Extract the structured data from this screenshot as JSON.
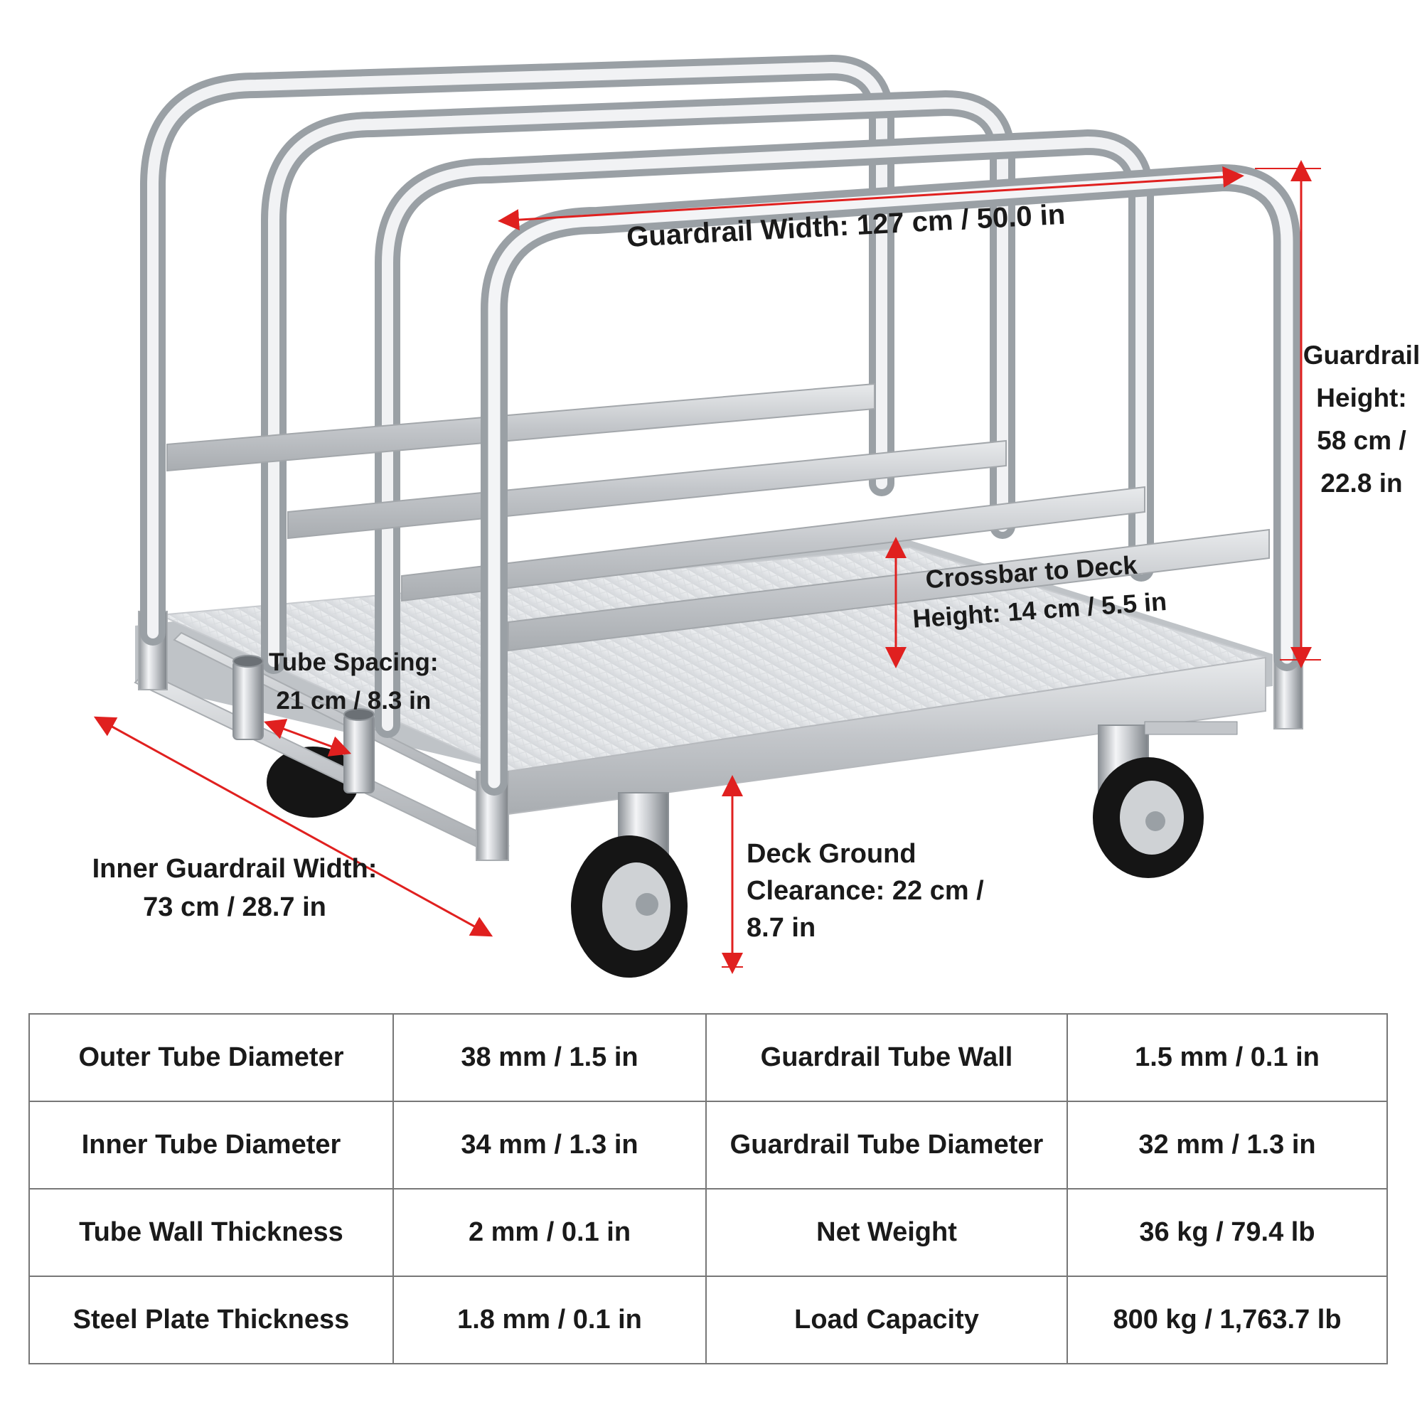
{
  "labels": {
    "guardrail_width": "Guardrail Width: 127 cm / 50.0 in",
    "guardrail_height": [
      "Guardrail",
      "Height:",
      "58 cm /",
      "22.8 in"
    ],
    "crossbar_to_deck": [
      "Crossbar to Deck",
      "Height: 14 cm / 5.5 in"
    ],
    "tube_spacing": [
      "Tube Spacing:",
      "21 cm / 8.3 in"
    ],
    "inner_guardrail_width": [
      "Inner Guardrail Width:",
      "73 cm / 28.7 in"
    ],
    "deck_ground_clearance": [
      "Deck Ground",
      "Clearance: 22 cm /",
      "8.7 in"
    ]
  },
  "colors": {
    "dimension_arrow": "#e0201f",
    "tube_light": "#f2f3f5",
    "tube_dark": "#8e9398",
    "deck": "#e3e5e8",
    "tire": "#151515",
    "table_border": "#777777"
  },
  "icons": {
    "product": "panel-cart-illustration",
    "arrow": "dimension-arrow"
  },
  "specs": [
    [
      {
        "label": "Outer Tube Diameter",
        "value": "38 mm / 1.5 in"
      },
      {
        "label": "Guardrail Tube Wall",
        "value": "1.5 mm / 0.1 in"
      }
    ],
    [
      {
        "label": "Inner Tube Diameter",
        "value": "34 mm / 1.3 in"
      },
      {
        "label": "Guardrail Tube Diameter",
        "value": "32 mm / 1.3 in"
      }
    ],
    [
      {
        "label": "Tube Wall Thickness",
        "value": "2 mm / 0.1 in"
      },
      {
        "label": "Net Weight",
        "value": "36 kg / 79.4 lb"
      }
    ],
    [
      {
        "label": "Steel Plate Thickness",
        "value": "1.8 mm / 0.1 in"
      },
      {
        "label": "Load Capacity",
        "value": "800 kg / 1,763.7 lb"
      }
    ]
  ]
}
